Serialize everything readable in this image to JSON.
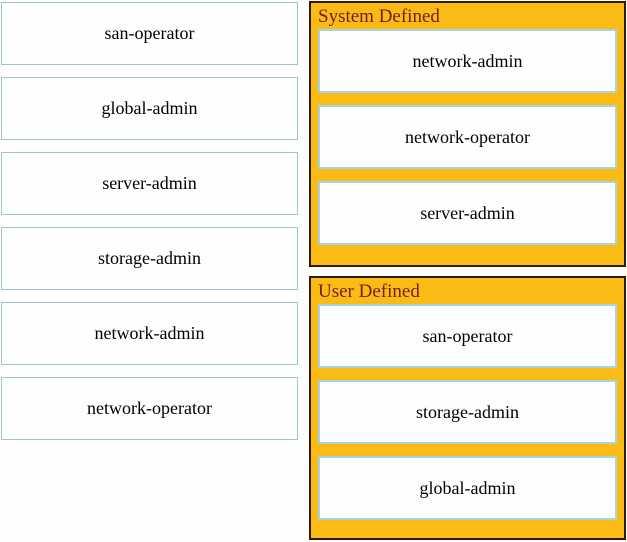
{
  "left_column": {
    "items": [
      "san-operator",
      "global-admin",
      "server-admin",
      "storage-admin",
      "network-admin",
      "network-operator"
    ]
  },
  "panels": [
    {
      "title": "System Defined",
      "items": [
        "network-admin",
        "network-operator",
        "server-admin"
      ]
    },
    {
      "title": "User Defined",
      "items": [
        "san-operator",
        "storage-admin",
        "global-admin"
      ]
    }
  ],
  "colors": {
    "panel_background": "#FBBB15",
    "panel_border": "#2E1A06",
    "panel_title_text": "#701F1B",
    "slot_border": "#A5D3E4",
    "drag_item_border": "#9FC5CC",
    "item_text": "#000000"
  }
}
